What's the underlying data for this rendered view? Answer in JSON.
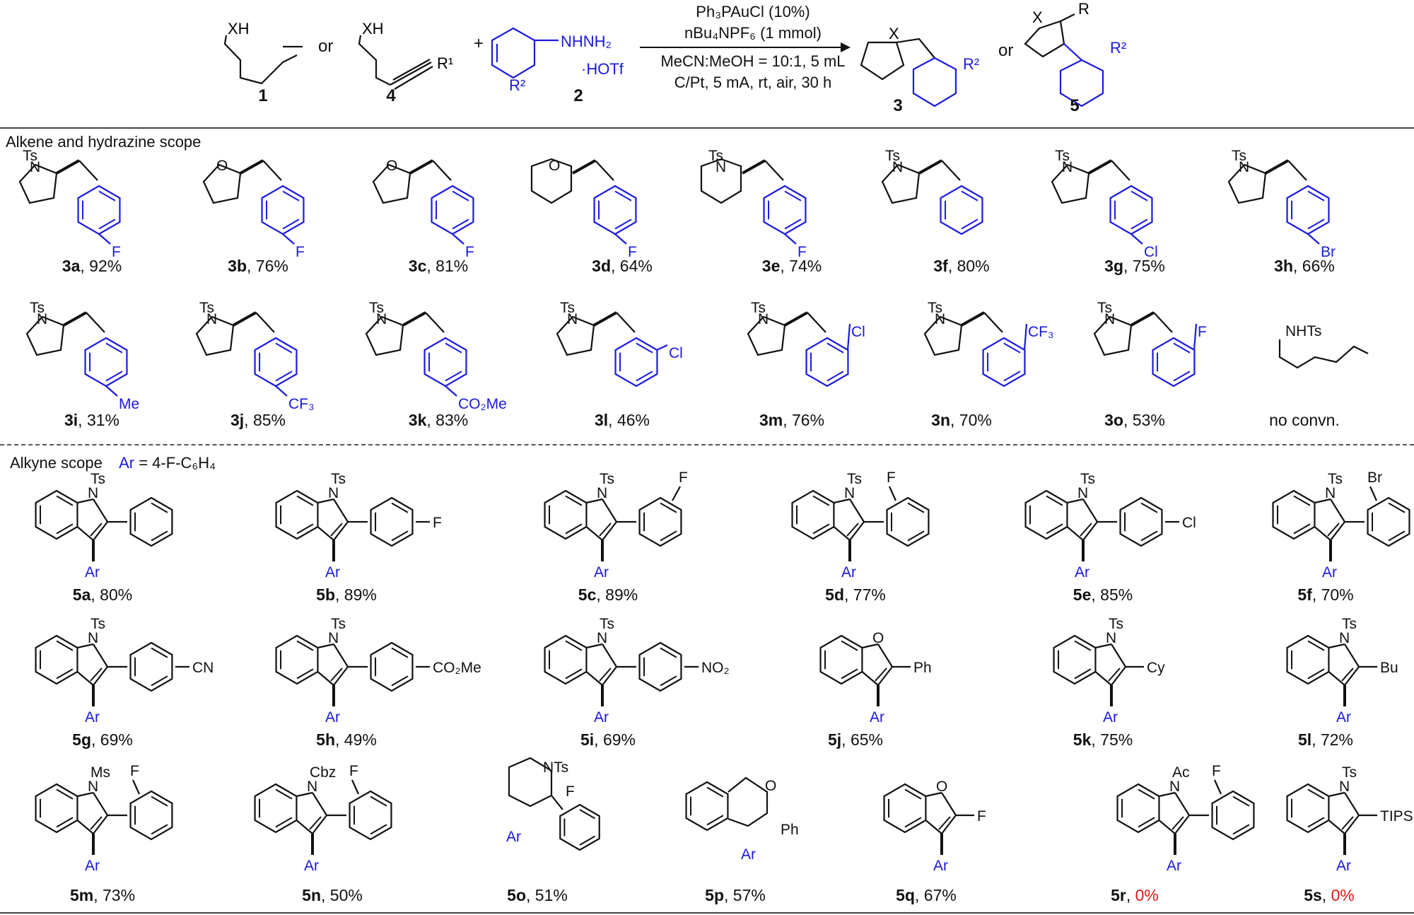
{
  "header": {
    "or_1": "or",
    "plus": "+",
    "or_2": "or",
    "reagent_labels": {
      "c1": "1",
      "c4": "4",
      "c2": "2",
      "c3": "3",
      "c5": "5"
    },
    "frag": {
      "XH": "XH",
      "NHNH2": "NHNH₂",
      "HOTf": "·HOTf",
      "R1": "R¹",
      "R2": "R²",
      "X": "X",
      "R": "R"
    },
    "conditions": {
      "above": [
        "Ph₃PAuCl (10%)",
        "nBu₄NPF₆ (1 mmol)"
      ],
      "below": [
        "MeCN:MeOH = 10:1, 5 mL",
        "C/Pt, 5 mA, rt, air, 30 h"
      ]
    }
  },
  "sections": {
    "alkene": "Alkene and hydrazine scope",
    "alkyne": "Alkyne scope",
    "alkyne_ar": "Ar",
    "alkyne_ar_def": " = 4-F-C₆H₄"
  },
  "substituents": {
    "3a": "F",
    "3b": "F",
    "3c": "F",
    "3d": "F",
    "3e": "F",
    "3g": "Cl",
    "3h": "Br",
    "3i": "Me",
    "3j": "CF₃",
    "3k": "CO₂Me",
    "3l": "Cl",
    "3m": "Cl",
    "3n": "CF₃",
    "3o": "F",
    "5b": "F",
    "5c": "F",
    "5d": "F",
    "5e": "Cl",
    "5f": "Br",
    "5g": "CN",
    "5h": "CO₂Me",
    "5i": "NO₂",
    "5j": "Ph",
    "5k": "Cy",
    "5l": "Bu",
    "5m": "F",
    "5n": "F",
    "5o": "F",
    "5p": "Ph",
    "5q": "F",
    "5r": "F",
    "5s": "TIPS"
  },
  "heteroatoms": {
    "Ts": "Ts",
    "N": "N",
    "O": "O",
    "Ms": "Ms",
    "Cbz": "Cbz",
    "Ac": "Ac",
    "NTs": "NTs",
    "NHTs": "NHTs",
    "Ar": "Ar"
  },
  "row1": [
    {
      "id": "3a",
      "yield": ", 92%"
    },
    {
      "id": "3b",
      "yield": ", 76%"
    },
    {
      "id": "3c",
      "yield": ", 81%"
    },
    {
      "id": "3d",
      "yield": ", 64%"
    },
    {
      "id": "3e",
      "yield": ", 74%"
    },
    {
      "id": "3f",
      "yield": ", 80%"
    },
    {
      "id": "3g",
      "yield": ", 75%"
    },
    {
      "id": "3h",
      "yield": ", 66%"
    }
  ],
  "row2": [
    {
      "id": "3i",
      "yield": ", 31%"
    },
    {
      "id": "3j",
      "yield": ", 85%"
    },
    {
      "id": "3k",
      "yield": ", 83%"
    },
    {
      "id": "3l",
      "yield": ", 46%"
    },
    {
      "id": "3m",
      "yield": ", 76%"
    },
    {
      "id": "3n",
      "yield": ", 70%"
    },
    {
      "id": "3o",
      "yield": ", 53%"
    },
    {
      "id": "",
      "yield": "no convn."
    }
  ],
  "row3": [
    {
      "id": "5a",
      "yield": ", 80%"
    },
    {
      "id": "5b",
      "yield": ", 89%"
    },
    {
      "id": "5c",
      "yield": ", 89%"
    },
    {
      "id": "5d",
      "yield": ", 77%"
    },
    {
      "id": "5e",
      "yield": ", 85%"
    },
    {
      "id": "5f",
      "yield": ", 70%"
    }
  ],
  "row4": [
    {
      "id": "5g",
      "yield": ", 69%"
    },
    {
      "id": "5h",
      "yield": ", 49%"
    },
    {
      "id": "5i",
      "yield": ", 69%"
    },
    {
      "id": "5j",
      "yield": ", 65%"
    },
    {
      "id": "5k",
      "yield": ", 75%"
    },
    {
      "id": "5l",
      "yield": ", 72%"
    }
  ],
  "row5": [
    {
      "id": "5m",
      "yield": ", 73%"
    },
    {
      "id": "5n",
      "yield": ", 50%"
    },
    {
      "id": "5o",
      "yield": ", 51%"
    },
    {
      "id": "5p",
      "yield": ", 57%"
    },
    {
      "id": "5q",
      "yield": ", 67%"
    },
    {
      "id": "5r",
      "yield": ", ",
      "red": "0%"
    },
    {
      "id": "5s",
      "yield": ", ",
      "red": "0%"
    }
  ],
  "colors": {
    "blue": "#1a1adf",
    "red": "#e01a1a",
    "ink": "#111111"
  }
}
